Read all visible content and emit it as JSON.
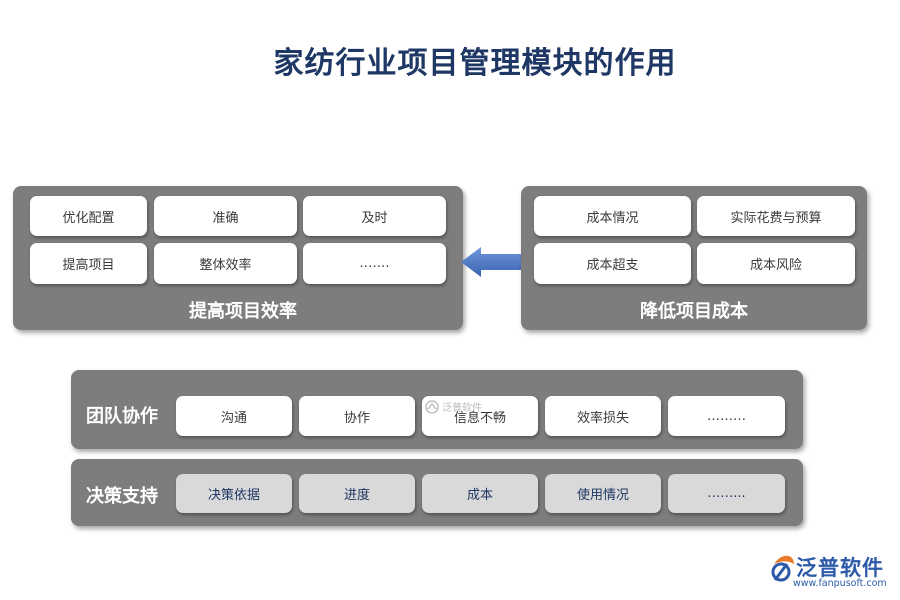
{
  "title": "家纺行业项目管理模块的作用",
  "efficiency": {
    "label": "提高项目效率",
    "items": [
      "优化配置",
      "准确",
      "及时",
      "提高项目",
      "整体效率",
      "……."
    ]
  },
  "cost": {
    "label": "降低项目成本",
    "items": [
      "成本情况",
      "实际花费与预算",
      "成本超支",
      "成本风险"
    ]
  },
  "team": {
    "label": "团队协作",
    "items": [
      "沟通",
      "协作",
      "信息不畅",
      "效率损失",
      "………"
    ]
  },
  "decision": {
    "label": "决策支持",
    "items": [
      "决策依据",
      "进度",
      "成本",
      "使用情况",
      "……..."
    ]
  },
  "watermark": "泛普软件",
  "logo": {
    "name": "泛普软件",
    "url": "www.fanpusoft.com"
  },
  "colors": {
    "panel": "#7d7d7d",
    "title": "#1f3764",
    "arrow": "#4a78c9",
    "cell_white": "#ffffff",
    "cell_grey": "#d9d9d9",
    "brand": "#2d5aa8",
    "brand_accent": "#e87a2a"
  }
}
